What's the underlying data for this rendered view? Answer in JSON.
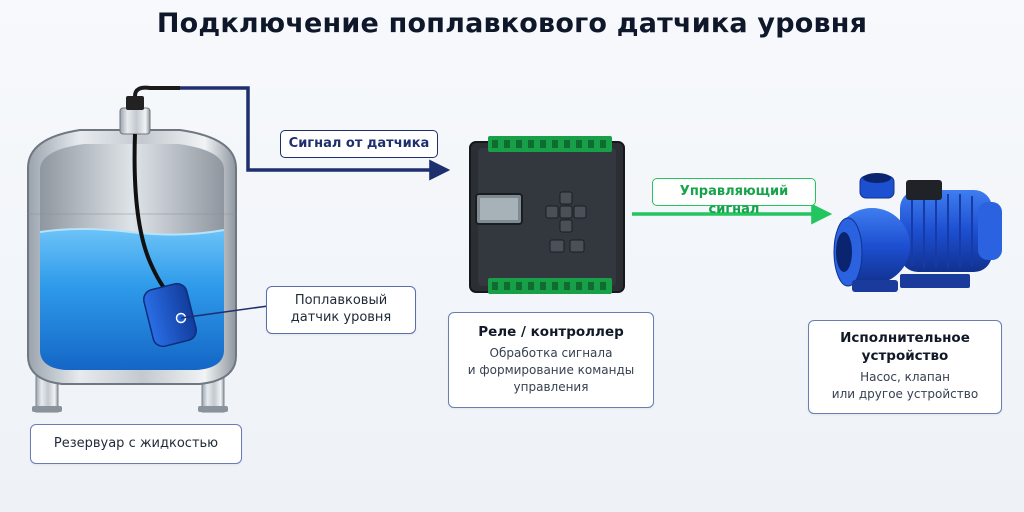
{
  "title": "Подключение поплавкового датчика уровня",
  "signals": {
    "sensor_signal": "Сигнал от датчика",
    "control_signal": "Управляющий сигнал"
  },
  "float_sensor": {
    "line1": "Поплавковый",
    "line2": "датчик уровня"
  },
  "tank": {
    "label": "Резервуар с жидкостью"
  },
  "relay": {
    "heading": "Реле / контроллер",
    "line1": "Обработка сигнала",
    "line2": "и формирование команды",
    "line3": "управления"
  },
  "actuator": {
    "heading1": "Исполнительное",
    "heading2": "устройство",
    "line1": "Насос, клапан",
    "line2": "или другое устройство"
  },
  "colors": {
    "sensor_line": "#1e2f6e",
    "control_line": "#22c55e",
    "water": "#2f9bea",
    "float": "#1f5fd6",
    "pump": "#1d4fd1",
    "terminal": "#16a34a"
  }
}
